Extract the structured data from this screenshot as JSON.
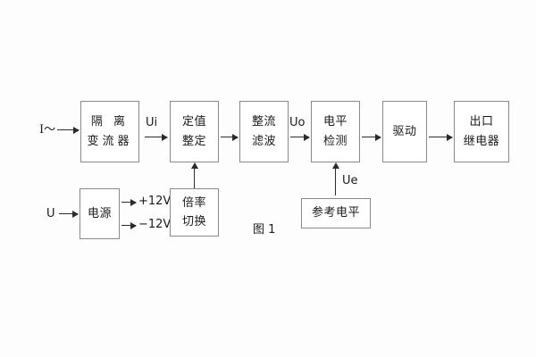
{
  "figure": {
    "caption": "图 1",
    "background_color": "#fdfdfd",
    "box_border_color": "#8a8a8a",
    "line_color": "#2b2b2b"
  },
  "signal_chain": {
    "input_label": "I～",
    "blocks": [
      {
        "id": "isolation-ct",
        "lines": [
          "隔 离",
          "变流器"
        ]
      },
      {
        "id": "setting",
        "lines": [
          "定值",
          "整定"
        ]
      },
      {
        "id": "rectify-filter",
        "lines": [
          "整流",
          "滤波"
        ]
      },
      {
        "id": "level-detect",
        "lines": [
          "电平",
          "检测"
        ]
      },
      {
        "id": "driver",
        "lines": [
          "驱动"
        ]
      },
      {
        "id": "output-relay",
        "lines": [
          "出口",
          "继电器"
        ]
      }
    ],
    "signal_labels": {
      "ui": "Ui",
      "uo": "Uo",
      "ue": "Ue"
    }
  },
  "power_chain": {
    "input_label": "U",
    "supply_block": {
      "id": "power-supply",
      "lines": [
        "电源"
      ]
    },
    "rails": [
      "+12V",
      "−12V"
    ],
    "multiplier_block": {
      "id": "multiplier-switch",
      "lines": [
        "倍率",
        "切换"
      ]
    }
  },
  "reference": {
    "block": {
      "id": "reference-level",
      "lines": [
        "参考电平"
      ]
    }
  }
}
